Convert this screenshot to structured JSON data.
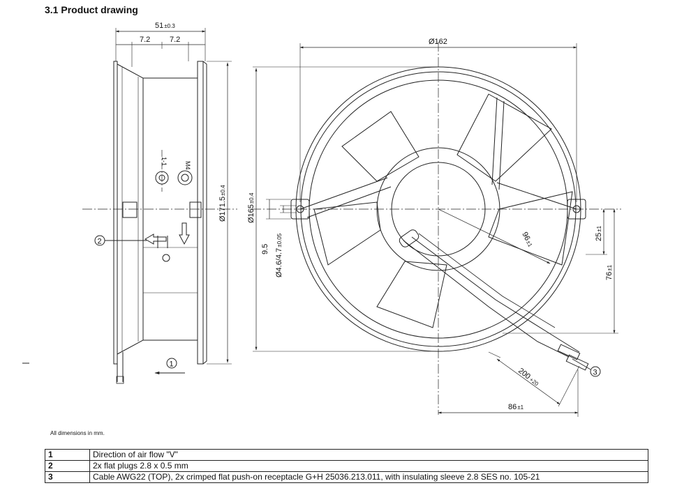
{
  "heading": "3.1 Product drawing",
  "dimensions": {
    "width_total": "51",
    "width_tol": "±0.3",
    "left_offset": "7.2",
    "right_offset": "7.2",
    "diam_flange": "Ø171.5",
    "diam_flange_tol": "±0.4",
    "diam_housing": "Ø162",
    "diam_holes": "Ø165",
    "diam_holes_tol": "±0.4",
    "hole_height": "9.5",
    "hole_diam": "Ø4.6/4.7",
    "hole_diam_tol": "±0.05",
    "radius_96": "96",
    "radius_96_tol": "±1",
    "height_25": "25",
    "height_25_tol": "±1",
    "height_76": "76",
    "height_76_tol": "±1",
    "cable_len": "200",
    "cable_len_tol": "+20",
    "offset_86": "86",
    "offset_86_tol": "±1"
  },
  "markings": {
    "ground": "M4",
    "connector": "1-1"
  },
  "callouts": [
    "1",
    "2",
    "3"
  ],
  "note": "All dimensions in mm.",
  "legend": [
    {
      "num": "1",
      "text": "Direction of air flow \"V\""
    },
    {
      "num": "2",
      "text": "2x flat plugs 2.8 x 0.5 mm"
    },
    {
      "num": "3",
      "text": "Cable AWG22 (TOP), 2x crimped flat push-on receptacle G+H 25036.213.011, with insulating sleeve 2.8 SES no. 105-21"
    }
  ]
}
